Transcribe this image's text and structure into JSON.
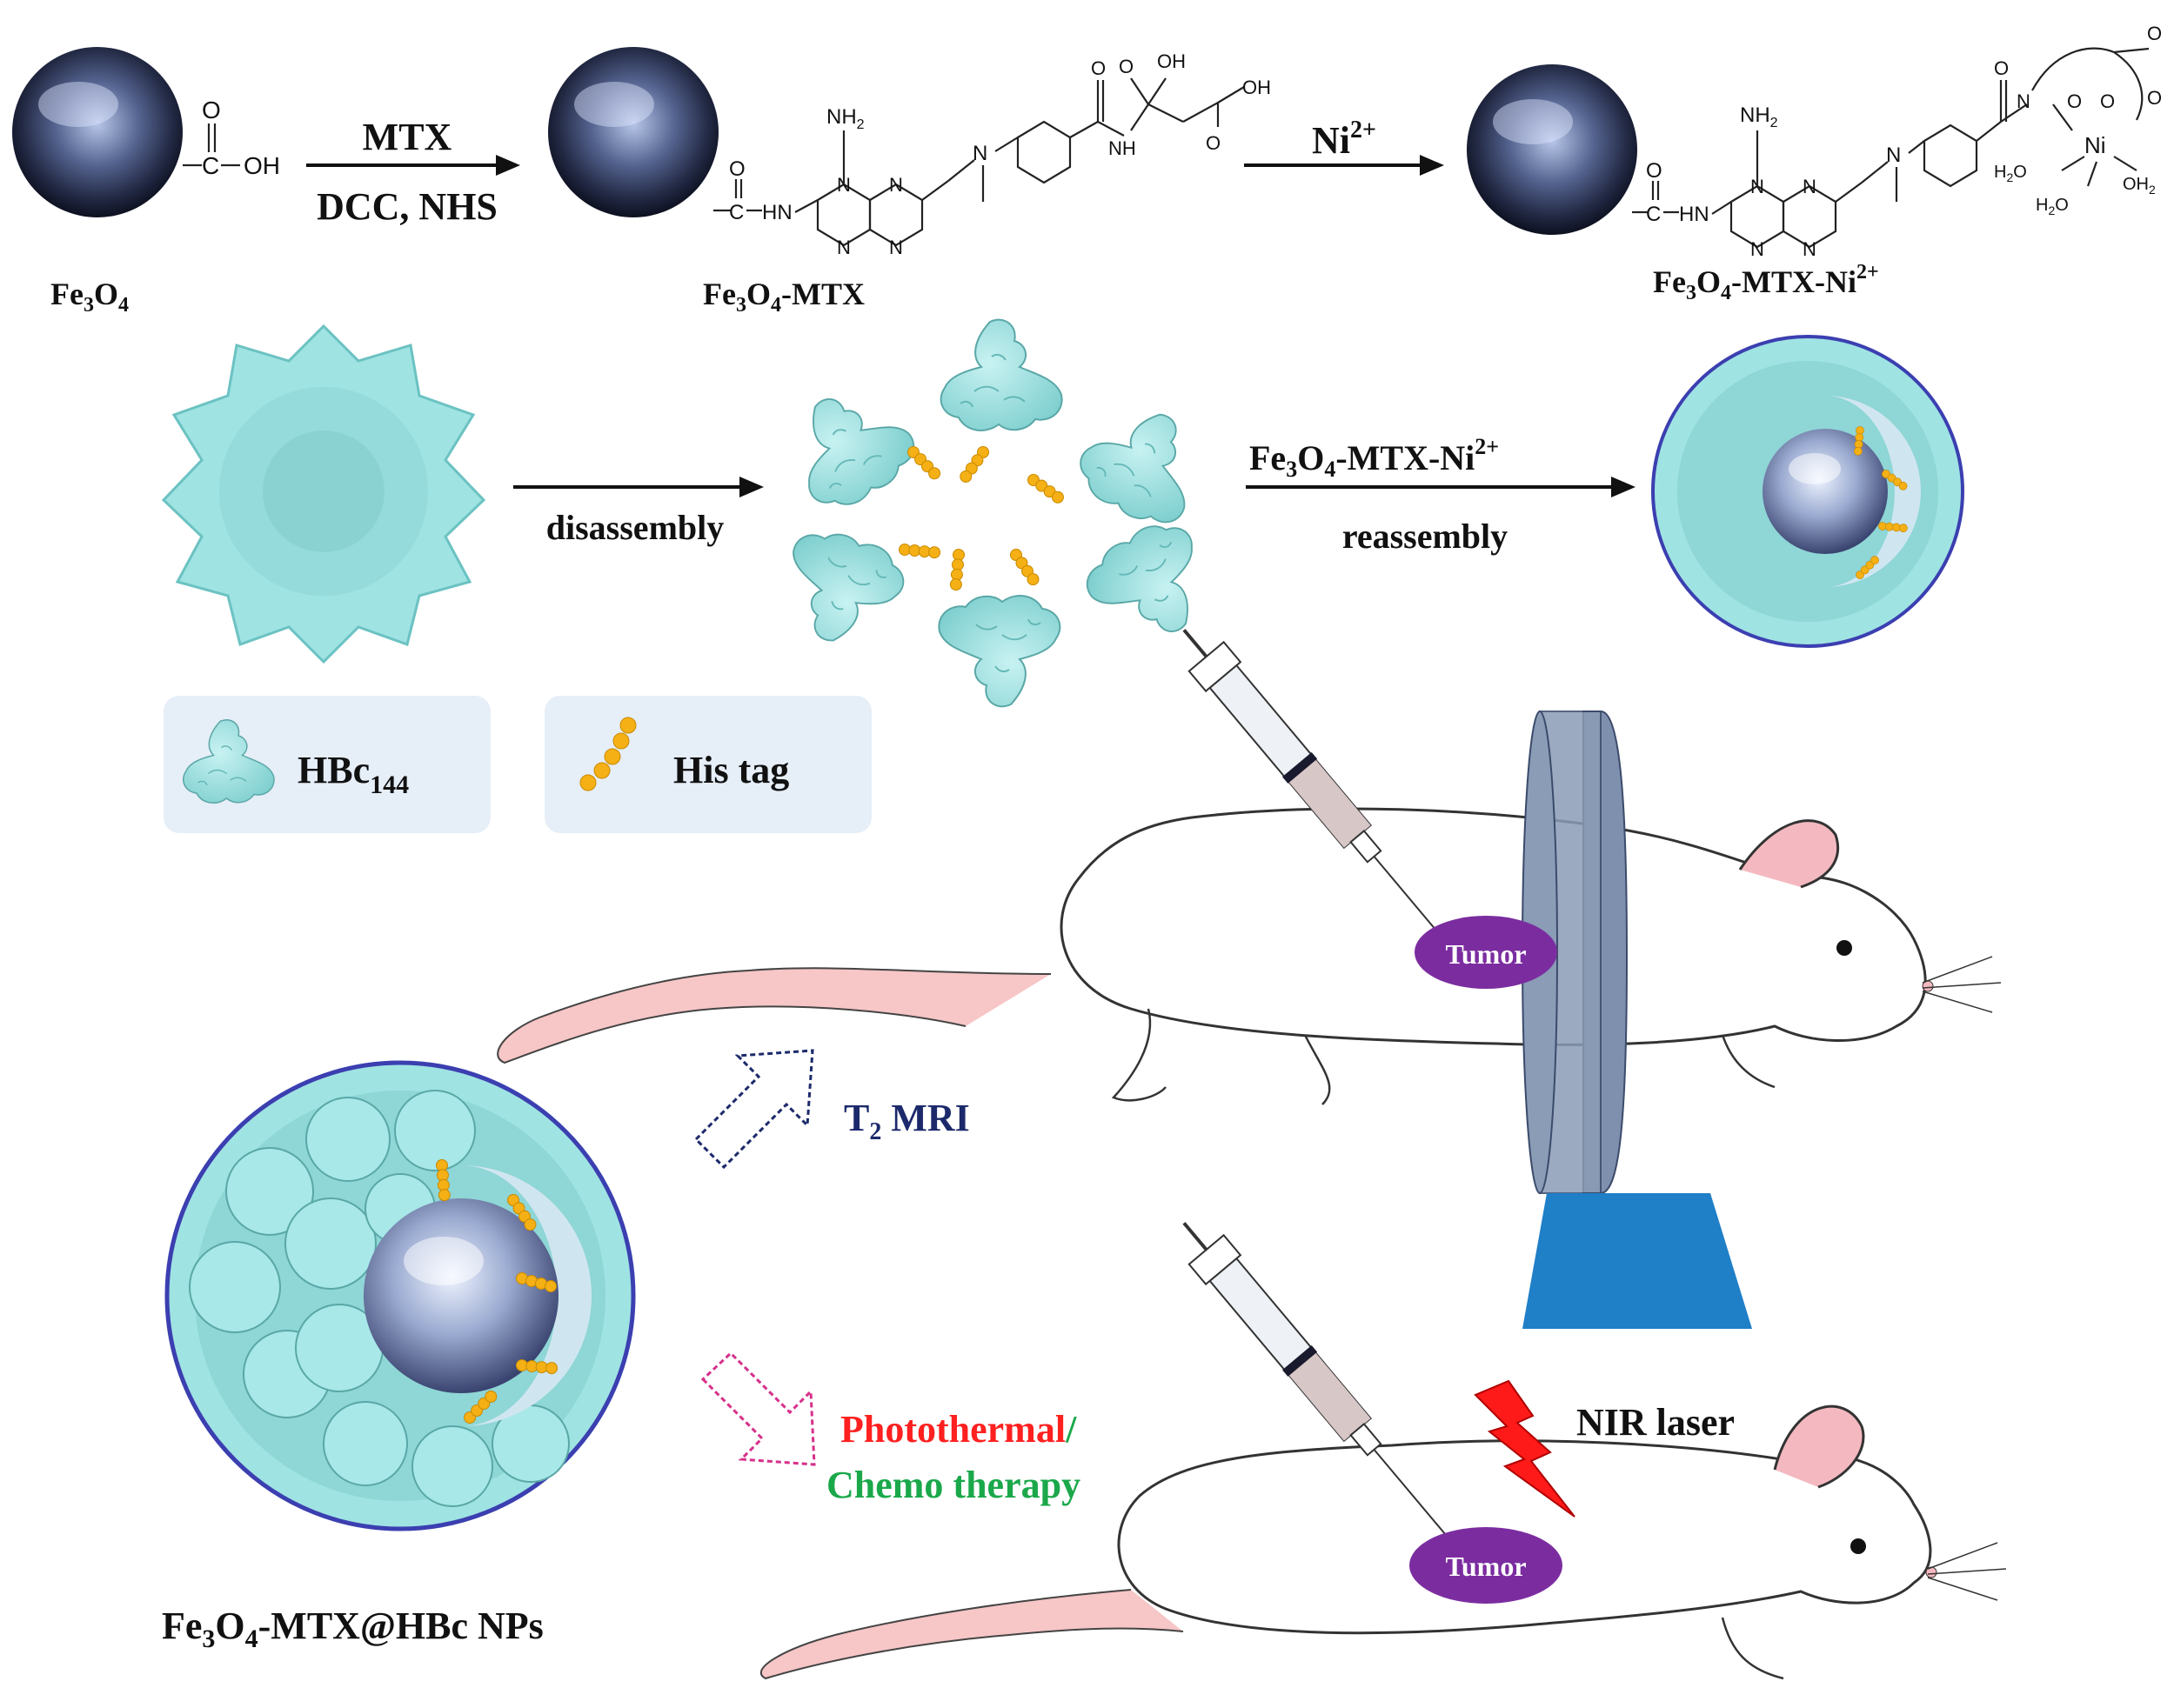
{
  "title": "",
  "colors": {
    "protein": "#9fe3e3",
    "protein_edge": "#4f9e9e",
    "his_tag": "#f5b015",
    "sphere_dark": "#1c2036",
    "tumor": "#7b2da0",
    "mri_body": "#8a9cb6",
    "mri_base": "#1f7fc7",
    "laser": "#ff1a1a",
    "photothermal": "#ff2020",
    "chemo": "#1aa84a",
    "mri_text": "#1c2a6b",
    "arrow_mri": "#1c2a6b",
    "arrow_therapy": "#d6308a",
    "legend_bg": "#e6eef8",
    "mouse_tail": "#f7c6c6"
  },
  "icons": {
    "nanoparticle": "fe3o4-sphere",
    "capsid": "hbc-capsid",
    "dimer": "hbc144-dimer",
    "his_tag": "his-tag-chain",
    "syringe": "syringe",
    "mouse": "mouse",
    "mri": "mri-coil",
    "laser": "lightning-bolt",
    "arrow_outline": "open-arrow"
  },
  "synthesis": {
    "fe3o4": {
      "label": "Fe",
      "sub1": "3",
      "mid": "O",
      "sub2": "4"
    },
    "cooh": {
      "o": "O",
      "c": "C",
      "oh": "OH"
    },
    "step1": {
      "top": "MTX",
      "bottom": "DCC, NHS"
    },
    "fe3o4_mtx": {
      "fe": "Fe",
      "sub1": "3",
      "o": "O",
      "sub2": "4",
      "rest": "-MTX"
    },
    "step2": {
      "ion": "Ni",
      "charge": "2+"
    },
    "fe3o4_mtx_ni": {
      "fe": "Fe",
      "sub1": "3",
      "o": "O",
      "sub2": "4",
      "rest": "-MTX-Ni",
      "charge": "2+"
    },
    "mtx_atoms": {
      "nh2": "NH",
      "nh2_sub": "2",
      "n": "N",
      "hn": "HN",
      "nh": "NH",
      "o": "O",
      "oh": "OH",
      "c": "C",
      "h": "H"
    },
    "ni_complex": {
      "ni": "Ni",
      "h2o": "H",
      "h2o_sub": "2",
      "h2o_o": "O",
      "oh2": "OH",
      "oh2_sub": "2",
      "o": "O"
    }
  },
  "assembly": {
    "disassembly": "disassembly",
    "reagent": {
      "fe": "Fe",
      "sub1": "3",
      "o": "O",
      "sub2": "4",
      "rest": "-MTX-Ni",
      "charge": "2+"
    },
    "reassembly": "reassembly"
  },
  "legend": {
    "hbc": "HBc",
    "hbc_sub": "144",
    "his": "His tag"
  },
  "application": {
    "np_label": {
      "fe": "Fe",
      "sub1": "3",
      "o": "O",
      "sub2": "4",
      "rest": "-MTX@HBc NPs"
    },
    "mri": {
      "t": "T",
      "sub": "2",
      "rest": " MRI"
    },
    "photothermal": "Photothermal",
    "slash": "/",
    "chemo": "Chemo therapy",
    "tumor1": "Tumor",
    "tumor2": "Tumor",
    "nir": "NIR laser"
  }
}
